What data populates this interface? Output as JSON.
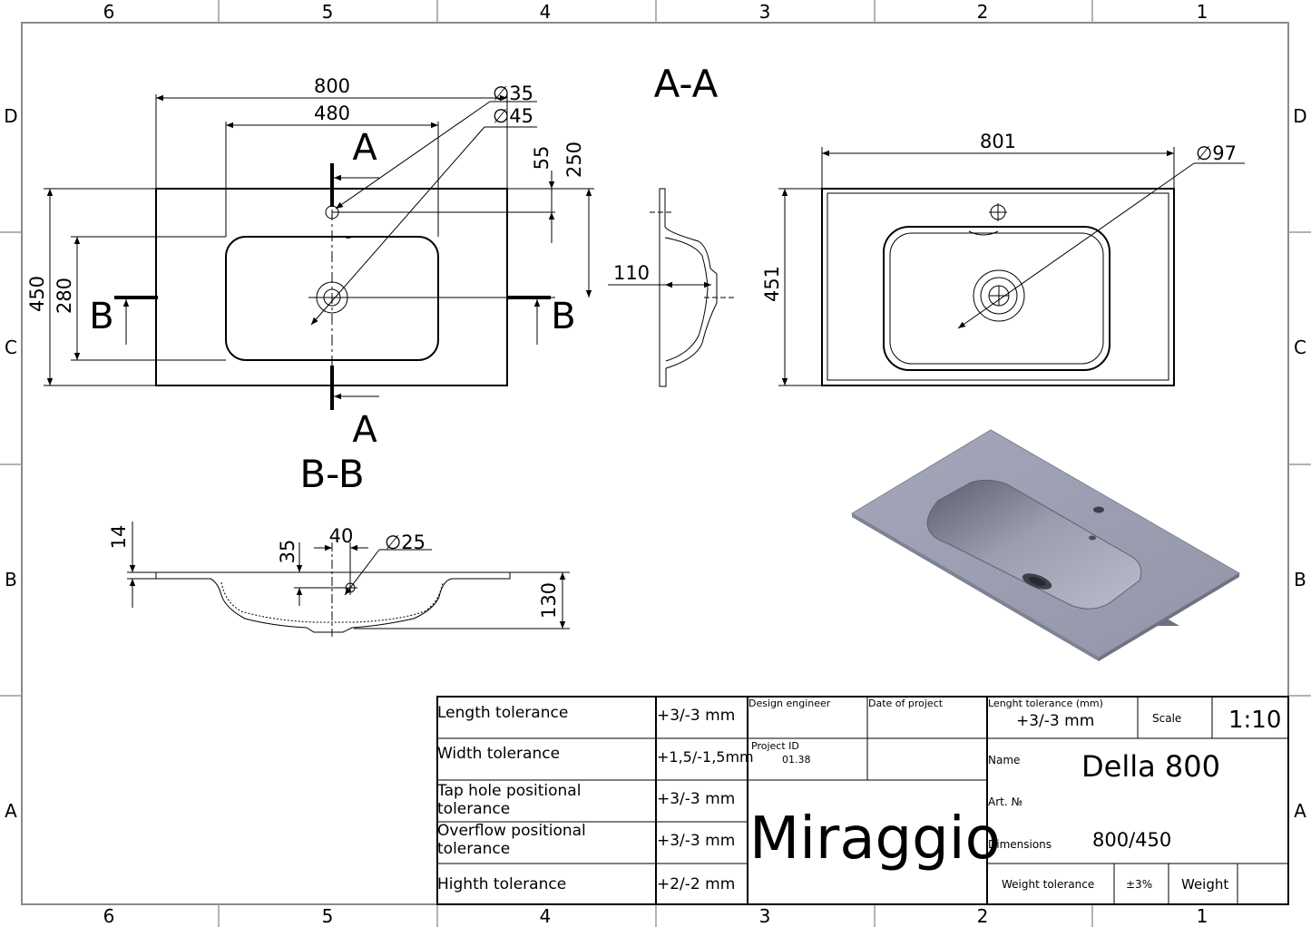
{
  "border": {
    "columns": [
      "6",
      "5",
      "4",
      "3",
      "2",
      "1"
    ],
    "rows": [
      "D",
      "C",
      "B",
      "A"
    ]
  },
  "views": {
    "top": {
      "dimensions": [
        "800",
        "480",
        "∅35",
        "∅45",
        "55",
        "250",
        "450",
        "280"
      ],
      "section_labels": [
        "A",
        "A",
        "B",
        "B"
      ]
    },
    "section_aa": {
      "title": "A-A",
      "dimensions": [
        "110"
      ]
    },
    "right": {
      "dimensions": [
        "801",
        "∅97",
        "451"
      ]
    },
    "section_bb": {
      "title": "B-B",
      "dimensions": [
        "14",
        "35",
        "40",
        "∅25",
        "130"
      ]
    }
  },
  "title_block": {
    "tolerances": [
      {
        "label": "Length tolerance",
        "value": "+3/-3 mm"
      },
      {
        "label": "Width tolerance",
        "value": "+1,5/-1,5mm"
      },
      {
        "label": "Tap hole positional tolerance",
        "value": "+3/-3 mm"
      },
      {
        "label": "Overflow positional tolerance",
        "value": "+3/-3 mm"
      },
      {
        "label": "Highth tolerance",
        "value": "+2/-2 mm"
      }
    ],
    "design_engineer_label": "Design engineer",
    "date_label": "Date of project",
    "project_id_label": "Project ID",
    "project_id_value": "01.38",
    "company": "Miraggio",
    "length_tol_label": "Lenght tolerance (mm)",
    "length_tol_value": "+3/-3 mm",
    "scale_label": "Scale",
    "scale_value": "1:10",
    "name_label": "Name",
    "name_value": "Della 800",
    "art_label": "Art. №",
    "dimensions_label": "Dimensions",
    "dimensions_value": "800/450",
    "weight_tol_label": "Weight tolerance",
    "weight_tol_value": "±3%",
    "weight_label": "Weight"
  }
}
